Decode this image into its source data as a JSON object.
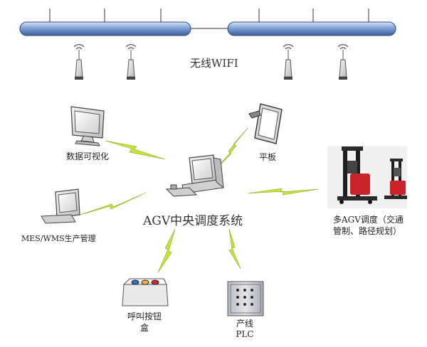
{
  "labels": {
    "wifi": "无线WIFI",
    "hub": "AGV中央调度系统",
    "data_vis": "数据可视化",
    "tablet": "平板",
    "mes": "MES/WMS生产管理",
    "agv_line1": "多AGV调度（交通",
    "agv_line2": "管制、路径规划）",
    "call_box_line1": "呼叫按钮",
    "call_box_line2": "盒",
    "plc_line1": "产线",
    "plc_line2": "PLC"
  },
  "colors": {
    "backbone": "#6f8fc9",
    "lightning": "#c8e23a",
    "device_body": "#e6e6e6",
    "agv_red": "#c8242a"
  }
}
